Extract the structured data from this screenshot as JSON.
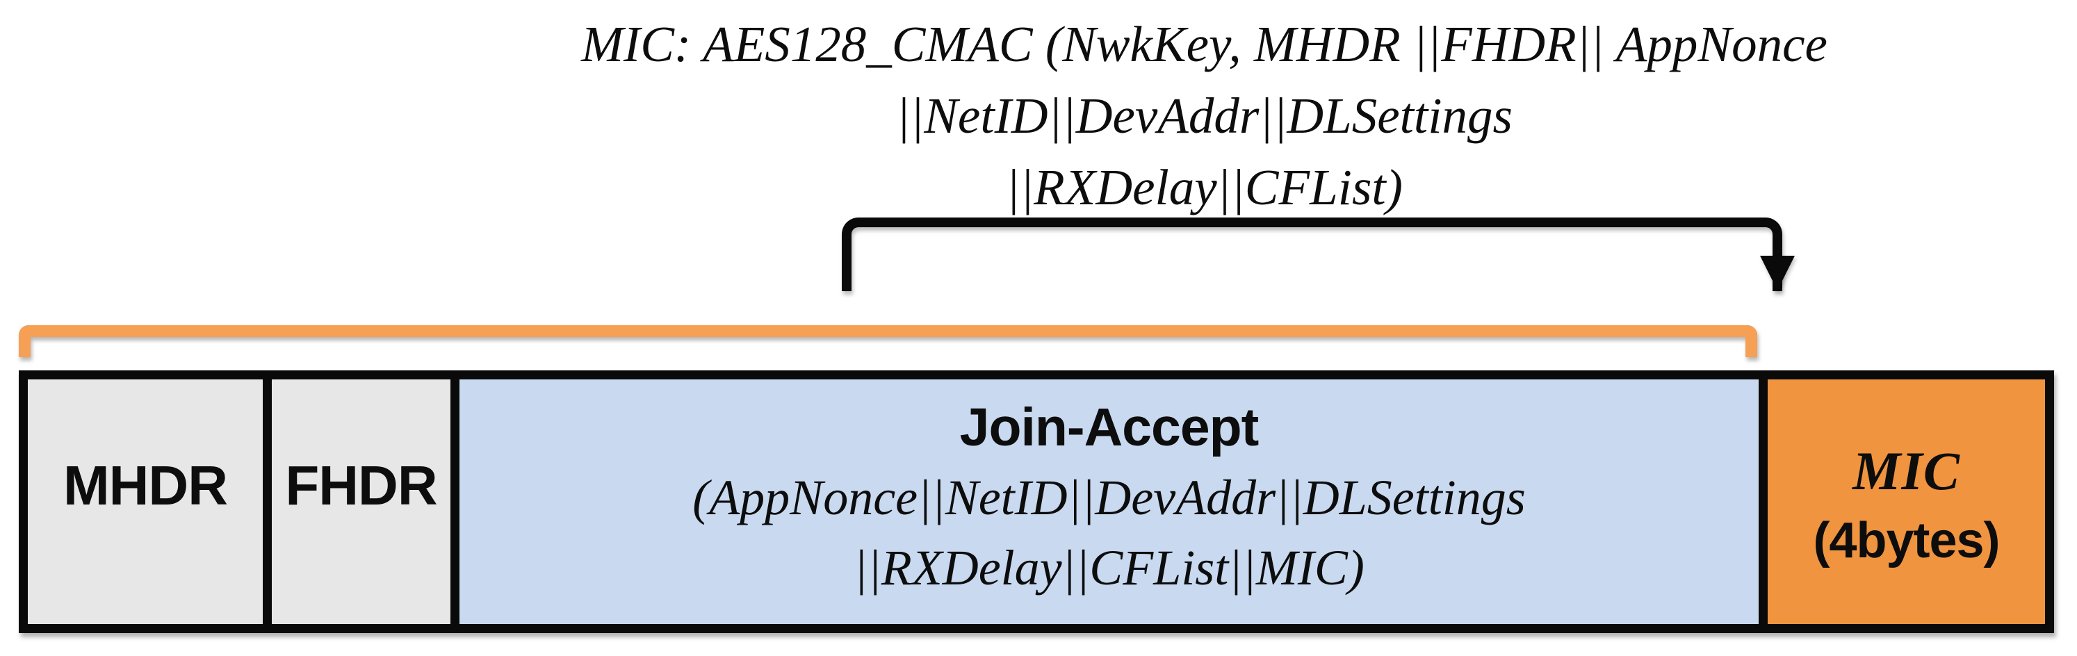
{
  "annotation": {
    "line1": "MIC: AES128_CMAC (NwkKey, MHDR ||FHDR|| AppNonce",
    "line2": "||NetID||DevAddr||DLSettings",
    "line3": "||RXDelay||CFList)"
  },
  "frame": {
    "fields": [
      {
        "id": "mhdr",
        "label": "MHDR",
        "fill": "#e7e7e7"
      },
      {
        "id": "fhdr",
        "label": "FHDR",
        "fill": "#e7e7e7"
      },
      {
        "id": "join_accept",
        "title": "Join-Accept",
        "line1": "(AppNonce||NetID||DevAddr||DLSettings",
        "line2": "||RXDelay||CFList||MIC)",
        "fill": "#c8d9f0"
      },
      {
        "id": "mic",
        "title": "MIC",
        "subtitle": "(4bytes)",
        "fill": "#f0943f"
      }
    ]
  },
  "colors": {
    "orange_bracket": "#f5a054",
    "black_line": "#0a0a0a",
    "header_fill": "#e7e7e7",
    "join_fill": "#c8d9f0",
    "mic_fill": "#f0943f"
  }
}
